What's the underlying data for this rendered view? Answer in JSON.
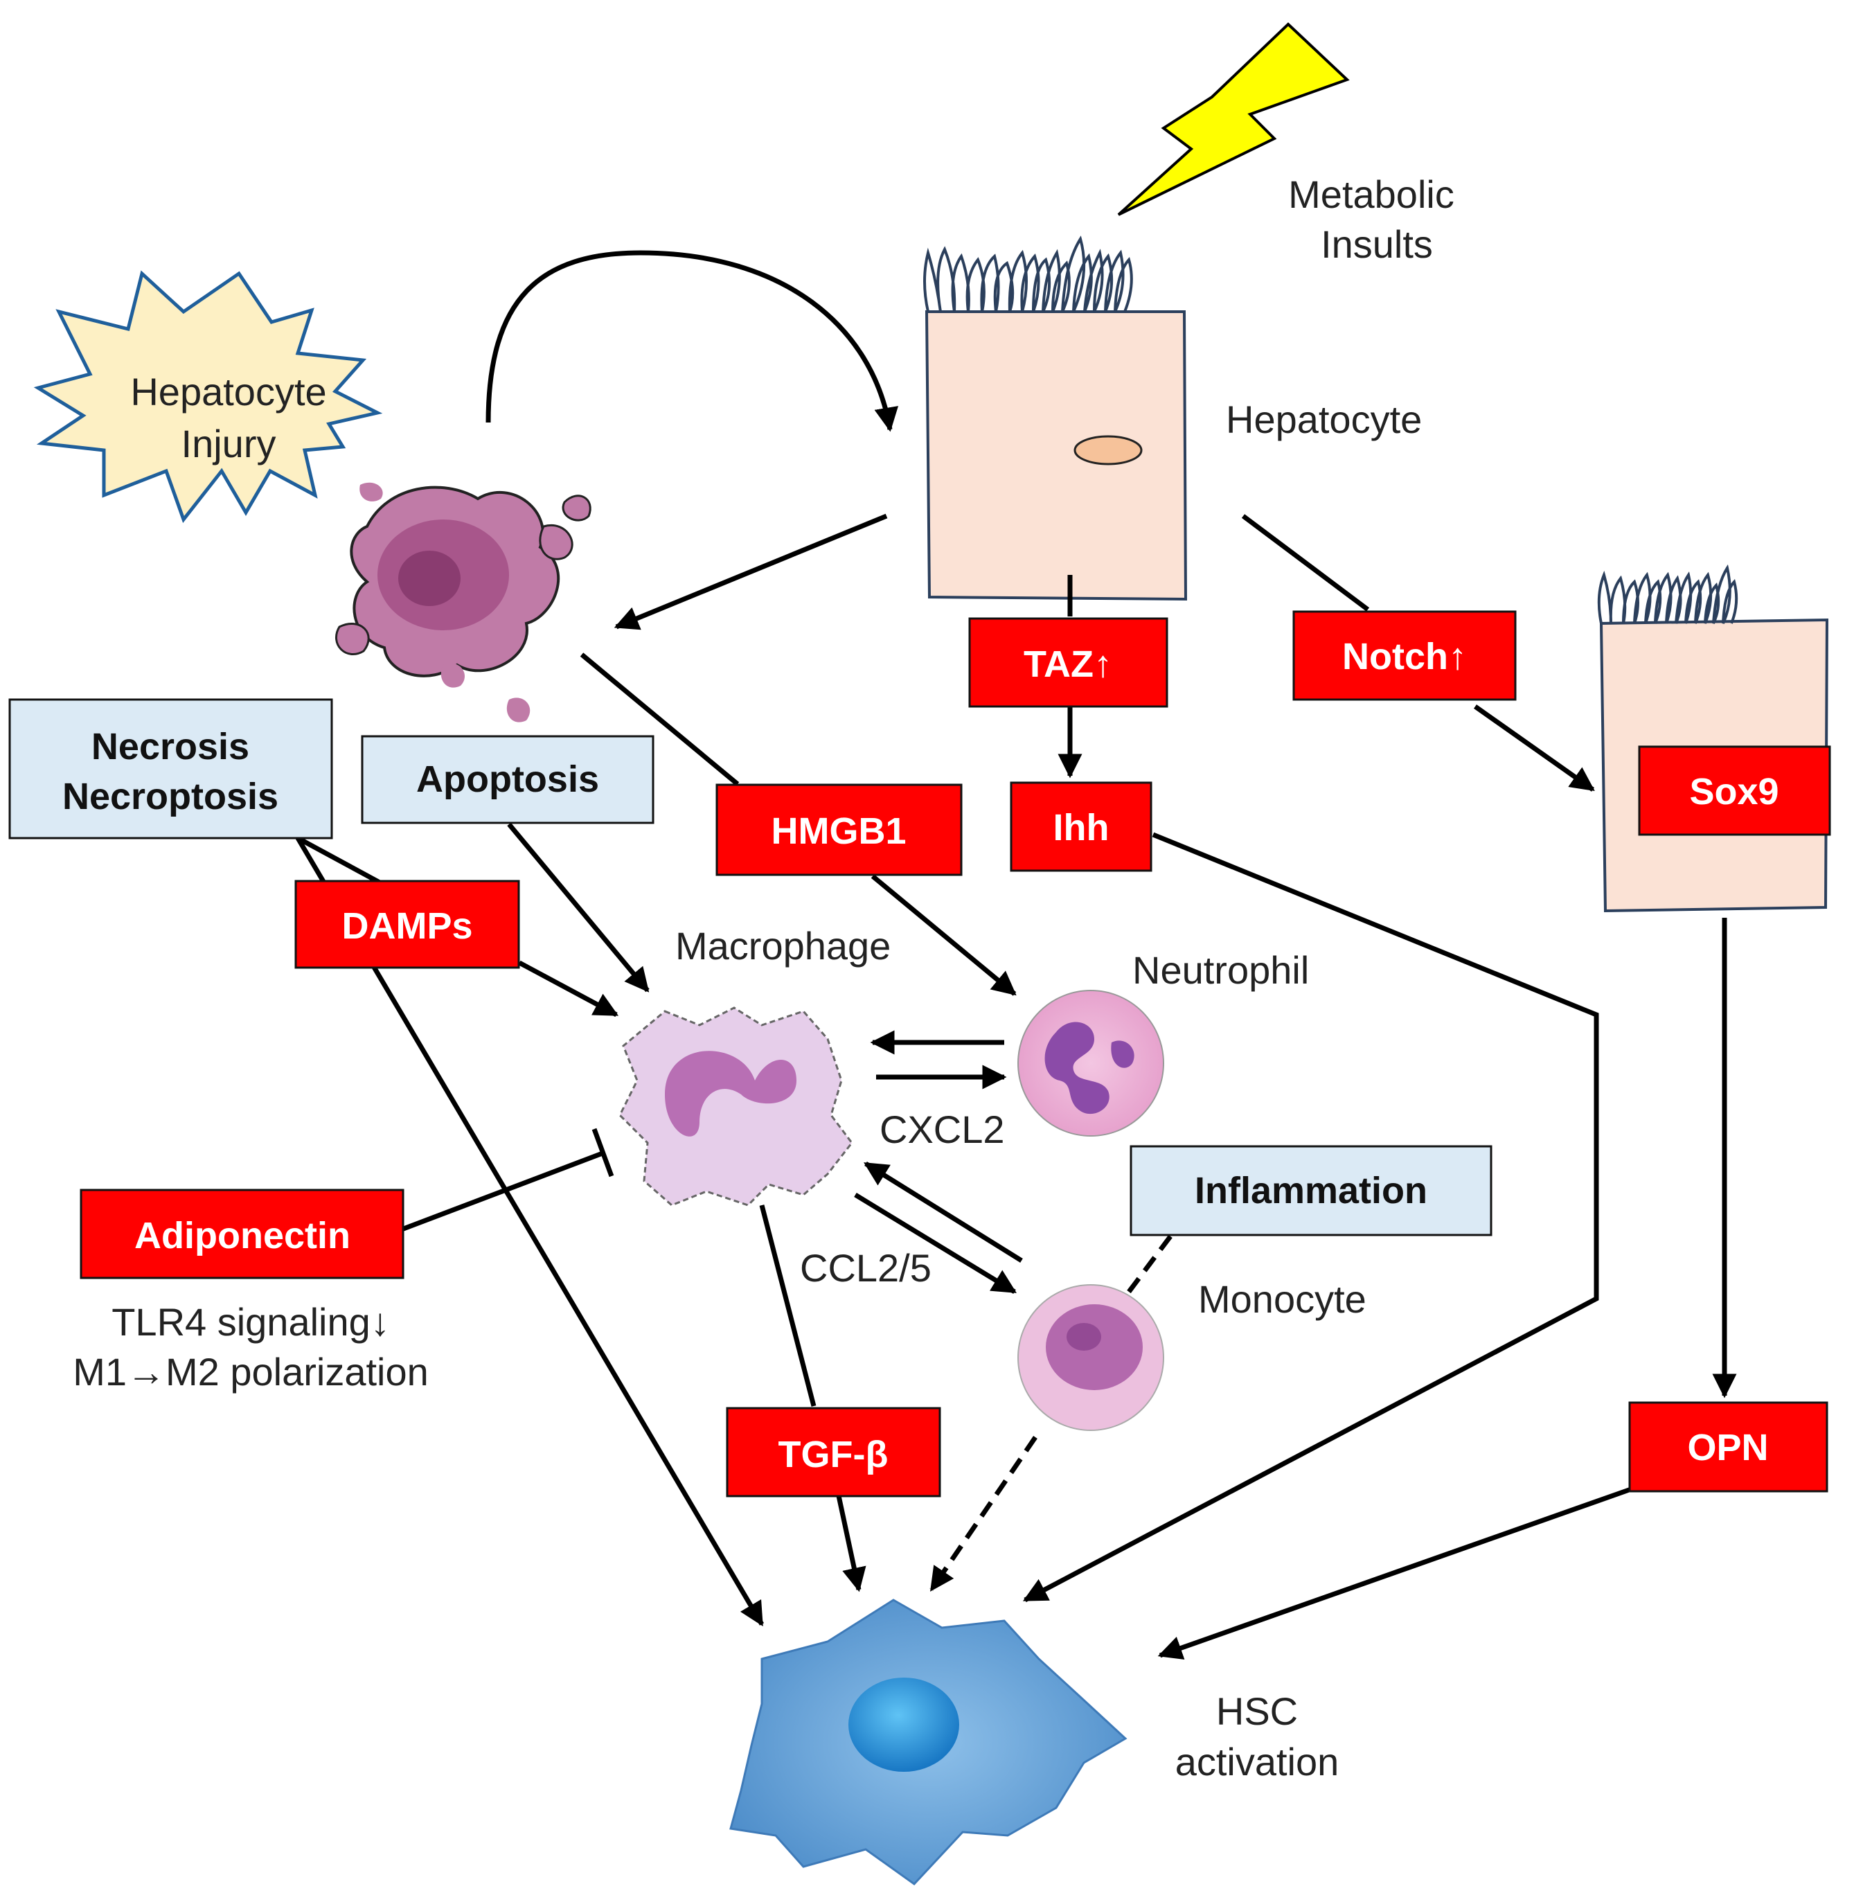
{
  "colors": {
    "factor_box": "#ff0000",
    "process_box": "#dbeaf5",
    "hepatocyte_fill": "#fbe2d5",
    "hsc_fill": "#5f9fd6",
    "bolt": "#ffff00",
    "burst": "#fdf0c4"
  },
  "labels": {
    "metabolic_insults_1": "Metabolic",
    "metabolic_insults_2": "Insults",
    "hepatocyte_injury_1": "Hepatocyte",
    "hepatocyte_injury_2": "Injury",
    "hepatocyte": "Hepatocyte",
    "macrophage": "Macrophage",
    "neutrophil": "Neutrophil",
    "monocyte": "Monocyte",
    "cxcl2": "CXCL2",
    "ccl25": "CCL2/5",
    "tlr4": "TLR4 signaling↓",
    "m1m2": "M1→M2 polarization",
    "hsc_1": "HSC",
    "hsc_2": "activation"
  },
  "process_boxes": {
    "necrosis_1": "Necrosis",
    "necrosis_2": "Necroptosis",
    "apoptosis": "Apoptosis",
    "inflammation": "Inflammation"
  },
  "factor_boxes": {
    "taz": "TAZ↑",
    "notch": "Notch↑",
    "ihh": "Ihh",
    "hmgb1": "HMGB1",
    "sox9": "Sox9",
    "damps": "DAMPs",
    "adiponectin": "Adiponectin",
    "tgfb": "TGF-β",
    "opn": "OPN"
  }
}
